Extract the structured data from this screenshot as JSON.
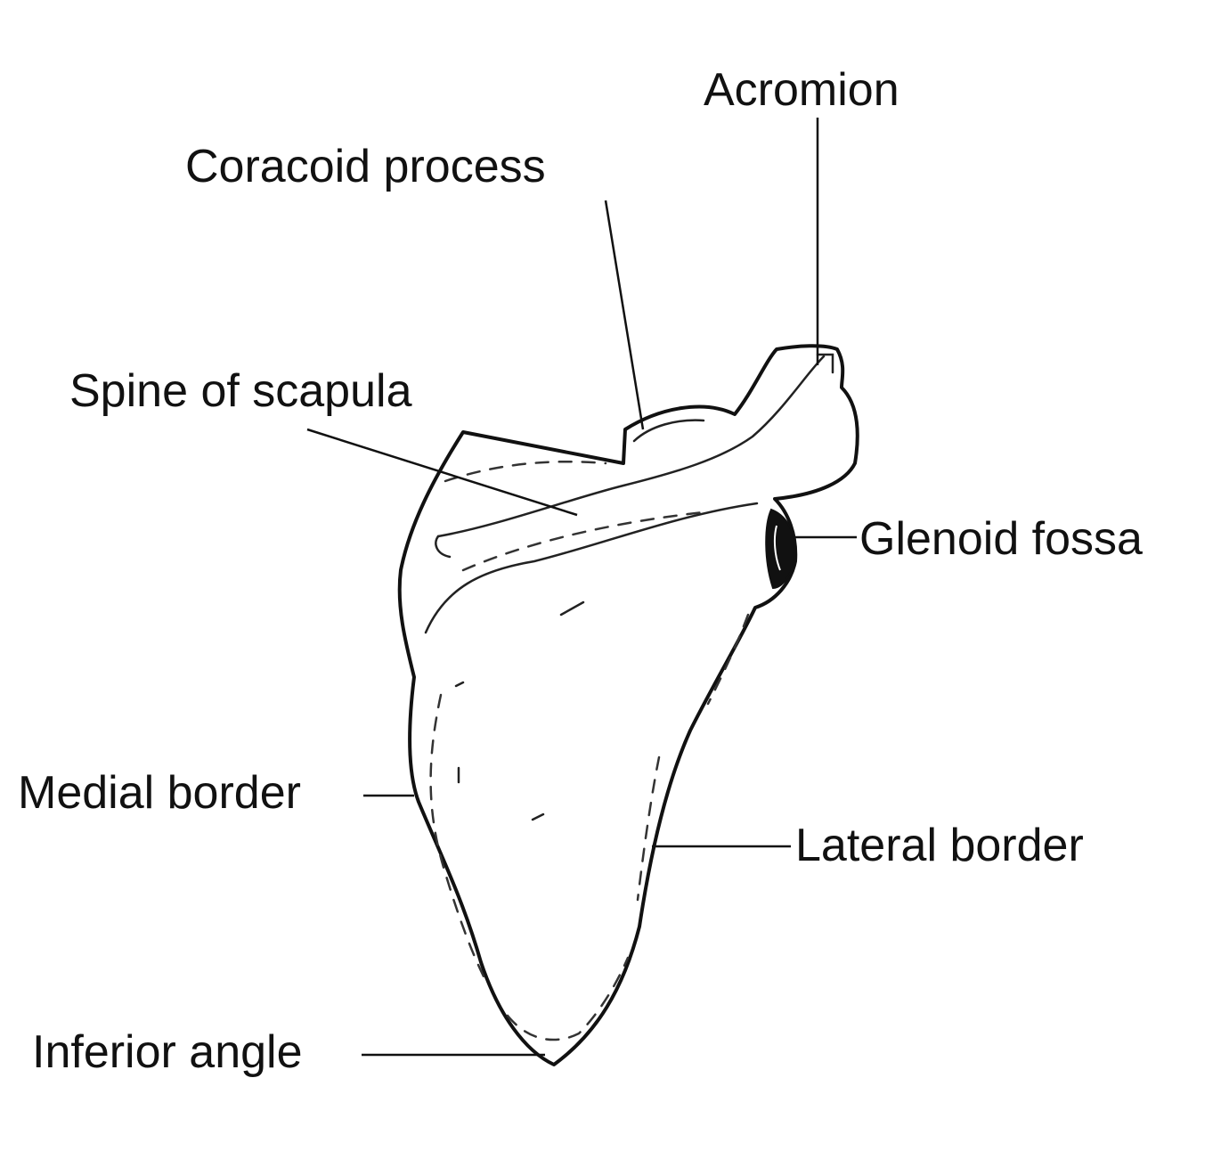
{
  "diagram": {
    "labels": {
      "acromion": "Acromion",
      "coracoid": "Coracoid process",
      "spine": "Spine of scapula",
      "glenoid": "Glenoid fossa",
      "medial": "Medial border",
      "lateral": "Lateral border",
      "inferior": "Inferior angle"
    },
    "colors": {
      "ink": "#111111",
      "background": "#ffffff"
    }
  }
}
